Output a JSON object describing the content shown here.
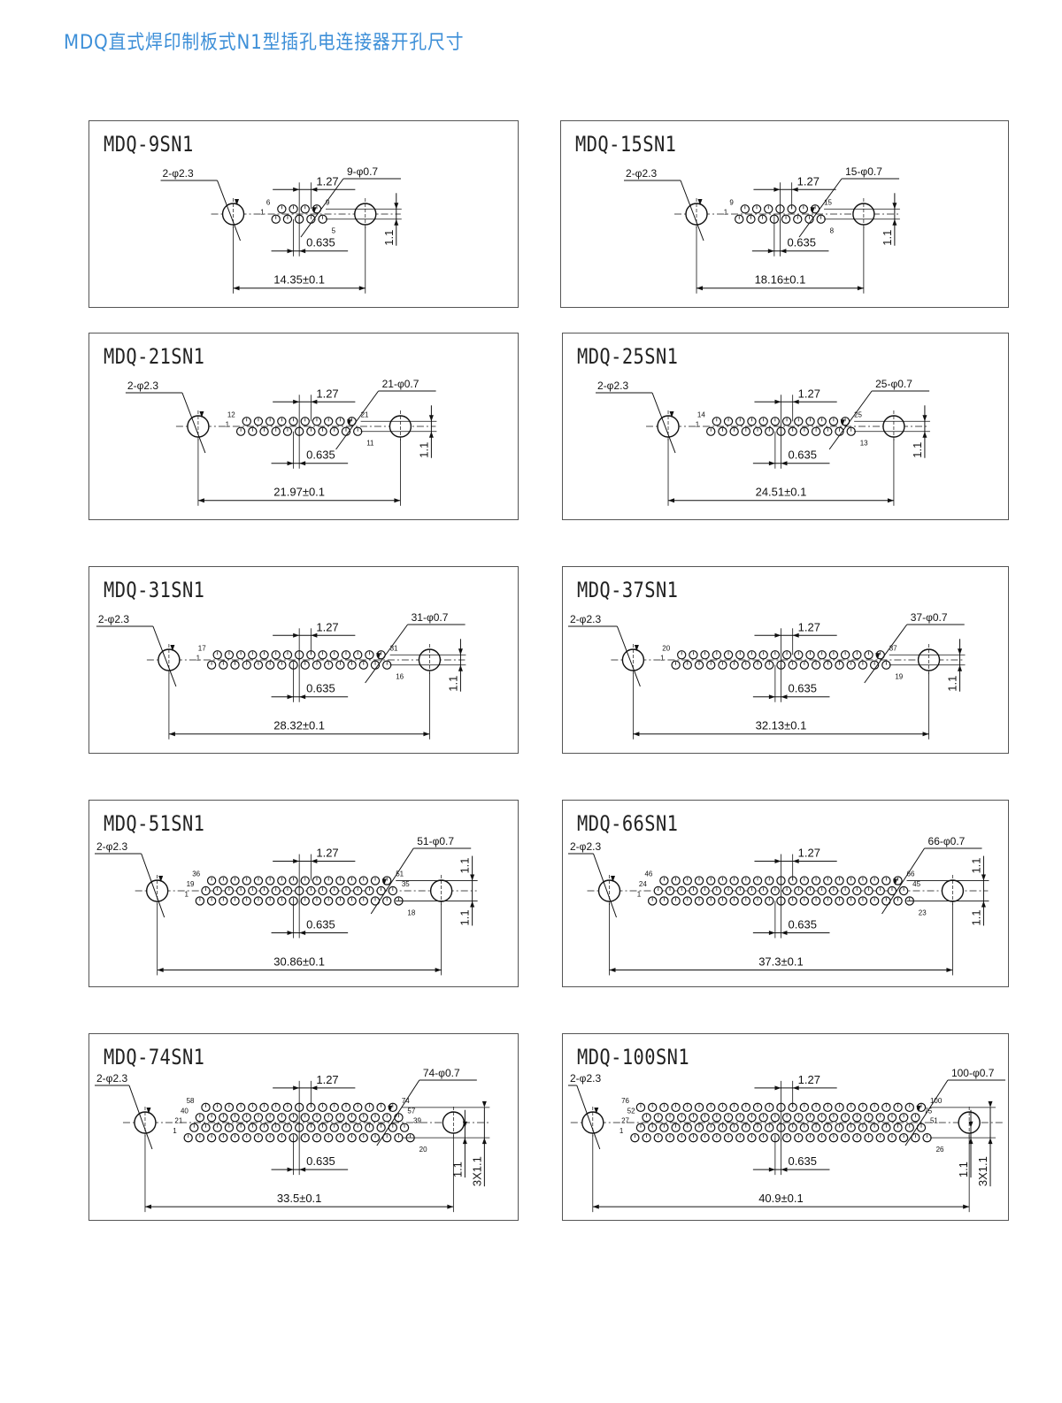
{
  "doc_title": "MDQ直式焊印制板式N1型插孔电连接器开孔尺寸",
  "common": {
    "mount_holes": "2-φ2.3",
    "pitch": "1.27",
    "half_pitch": "0.635",
    "row_pitch": "1.1"
  },
  "panels": [
    {
      "title": "MDQ-9SN1",
      "pin_label": "9-φ0.7",
      "span": "14.35±0.1",
      "span_mm": 14.35,
      "rows": [
        {
          "count": 5,
          "start": "1",
          "end": "5"
        },
        {
          "count": 4,
          "start": "6",
          "end": "9"
        }
      ],
      "vdims": [
        "1.1"
      ]
    },
    {
      "title": "MDQ-15SN1",
      "pin_label": "15-φ0.7",
      "span": "18.16±0.1",
      "span_mm": 18.16,
      "rows": [
        {
          "count": 8,
          "start": "1",
          "end": "8"
        },
        {
          "count": 7,
          "start": "9",
          "end": "15"
        }
      ],
      "vdims": [
        "1.1"
      ]
    },
    {
      "title": "MDQ-21SN1",
      "pin_label": "21-φ0.7",
      "span": "21.97±0.1",
      "span_mm": 21.97,
      "rows": [
        {
          "count": 11,
          "start": "1",
          "end": "11"
        },
        {
          "count": 10,
          "start": "12",
          "end": "21"
        }
      ],
      "vdims": [
        "1.1"
      ]
    },
    {
      "title": "MDQ-25SN1",
      "pin_label": "25-φ0.7",
      "span": "24.51±0.1",
      "span_mm": 24.51,
      "rows": [
        {
          "count": 13,
          "start": "1",
          "end": "13"
        },
        {
          "count": 12,
          "start": "14",
          "end": "25"
        }
      ],
      "vdims": [
        "1.1"
      ]
    },
    {
      "title": "MDQ-31SN1",
      "pin_label": "31-φ0.7",
      "span": "28.32±0.1",
      "span_mm": 28.32,
      "rows": [
        {
          "count": 16,
          "start": "1",
          "end": "16"
        },
        {
          "count": 15,
          "start": "17",
          "end": "31"
        }
      ],
      "vdims": [
        "1.1"
      ]
    },
    {
      "title": "MDQ-37SN1",
      "pin_label": "37-φ0.7",
      "span": "32.13±0.1",
      "span_mm": 32.13,
      "rows": [
        {
          "count": 19,
          "start": "1",
          "end": "19"
        },
        {
          "count": 18,
          "start": "20",
          "end": "37"
        }
      ],
      "vdims": [
        "1.1"
      ]
    },
    {
      "title": "MDQ-51SN1",
      "pin_label": "51-φ0.7",
      "span": "30.86±0.1",
      "span_mm": 30.86,
      "rows": [
        {
          "count": 18,
          "start": "1",
          "end": "18"
        },
        {
          "count": 17,
          "start": "19",
          "end": "35"
        },
        {
          "count": 16,
          "start": "36",
          "end": "51"
        }
      ],
      "vdims": [
        "1.1",
        "1.1"
      ]
    },
    {
      "title": "MDQ-66SN1",
      "pin_label": "66-φ0.7",
      "span": "37.3±0.1",
      "span_mm": 37.3,
      "rows": [
        {
          "count": 23,
          "start": "1",
          "end": "23"
        },
        {
          "count": 22,
          "start": "24",
          "end": "45"
        },
        {
          "count": 21,
          "start": "46",
          "end": "66"
        }
      ],
      "vdims": [
        "1.1",
        "1.1"
      ]
    },
    {
      "title": "MDQ-74SN1",
      "pin_label": "74-φ0.7",
      "span": "33.5±0.1",
      "span_mm": 33.5,
      "rows": [
        {
          "count": 20,
          "start": "1",
          "end": "20"
        },
        {
          "count": 19,
          "start": "21",
          "end": "39"
        },
        {
          "count": 18,
          "start": "40",
          "end": "57"
        },
        {
          "count": 17,
          "start": "58",
          "end": "74"
        }
      ],
      "vdims": [
        "1.1",
        "3X1.1"
      ]
    },
    {
      "title": "MDQ-100SN1",
      "pin_label": "100-φ0.7",
      "span": "40.9±0.1",
      "span_mm": 40.9,
      "rows": [
        {
          "count": 26,
          "start": "1",
          "end": "26"
        },
        {
          "count": 25,
          "start": "27",
          "end": "51"
        },
        {
          "count": 24,
          "start": "52",
          "end": "75"
        },
        {
          "count": 25,
          "start": "76",
          "end": "100"
        }
      ],
      "vdims": [
        "1.1",
        "3X1.1"
      ]
    }
  ]
}
